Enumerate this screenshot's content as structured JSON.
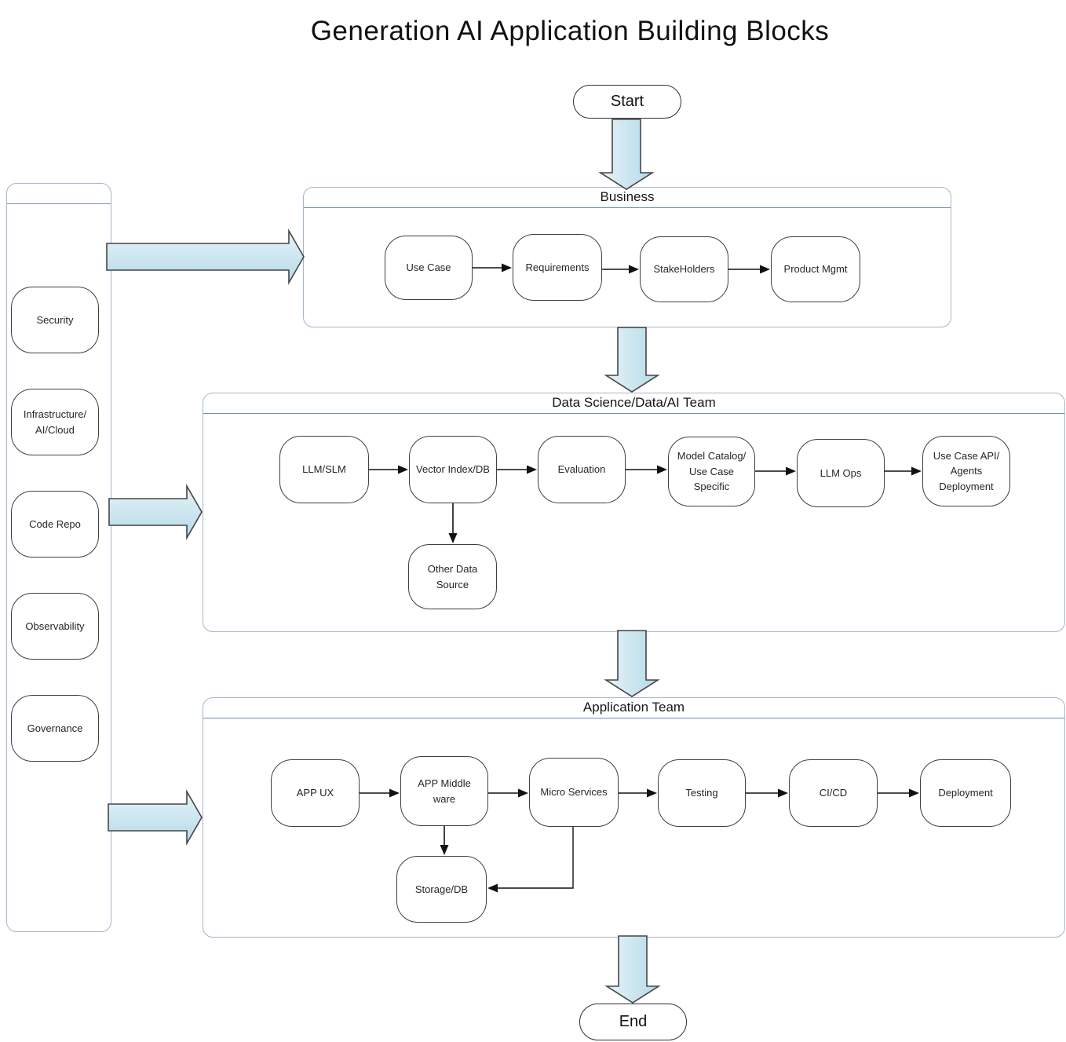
{
  "title": "Generation AI Application Building Blocks",
  "terminals": {
    "start": "Start",
    "end": "End"
  },
  "sidebar": {
    "items": [
      {
        "label": "Security"
      },
      {
        "label": "Infrastructure/\nAI/Cloud"
      },
      {
        "label": "Code Repo"
      },
      {
        "label": "Observability"
      },
      {
        "label": "Governance"
      }
    ]
  },
  "sections": {
    "business": {
      "title": "Business",
      "nodes": [
        {
          "label": "Use Case"
        },
        {
          "label": "Requirements"
        },
        {
          "label": "StakeHolders"
        },
        {
          "label": "Product Mgmt"
        }
      ]
    },
    "data_science": {
      "title": "Data Science/Data/AI Team",
      "nodes": [
        {
          "label": "LLM/SLM"
        },
        {
          "label": "Vector Index/DB"
        },
        {
          "label": "Evaluation"
        },
        {
          "label": "Model Catalog/\nUse Case\nSpecific"
        },
        {
          "label": "LLM Ops"
        },
        {
          "label": "Use Case API/\nAgents\nDeployment"
        }
      ],
      "sub_node": {
        "label": "Other Data\nSource"
      }
    },
    "application": {
      "title": "Application Team",
      "nodes": [
        {
          "label": "APP UX"
        },
        {
          "label": "APP Middle\nware"
        },
        {
          "label": "Micro Services"
        },
        {
          "label": "Testing"
        },
        {
          "label": "CI/CD"
        },
        {
          "label": "Deployment"
        }
      ],
      "sub_node": {
        "label": "Storage/DB"
      }
    }
  },
  "colors": {
    "block_arrow_fill_light": "#e3f2f8",
    "block_arrow_fill_dark": "#b5dae8",
    "block_arrow_outline": "#454545",
    "container_border": "#a3b6cc",
    "header_underline": "#6e8fbe",
    "node_border": "#3f3f3f",
    "connector": "#111111",
    "background": "#ffffff"
  }
}
